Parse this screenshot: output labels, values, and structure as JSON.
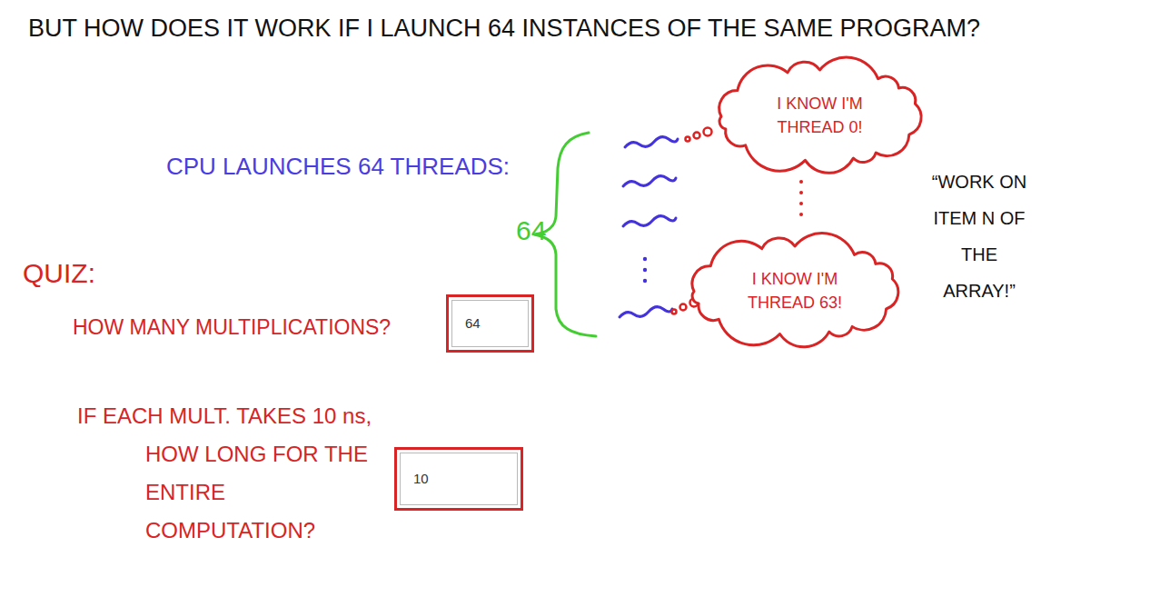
{
  "diagram": {
    "title": "BUT HOW DOES IT WORK IF I LAUNCH 64 INSTANCES OF THE SAME PROGRAM?",
    "nodes": [
      {
        "text": [
          "I KNOW I'M THREAD 0!"
        ]
      },
      {
        "text": [
          "I KNOW I'M THREAD 63!"
        ]
      },
      {
        "text": [
          "64"
        ]
      },
      {
        "text": [
          "10"
        ]
      }
    ],
    "labels": [
      "CPU LAUNCHES 64 THREADS:",
      "64",
      "“WORK ON ITEM N OF THE ARRAY!”",
      "QUIZ:",
      "HOW MANY MULTIPLICATIONS?",
      "IF EACH MULT. TAKES 10 ns, HOW LONG FOR THE ENTIRE COMPUTATION?"
    ]
  }
}
